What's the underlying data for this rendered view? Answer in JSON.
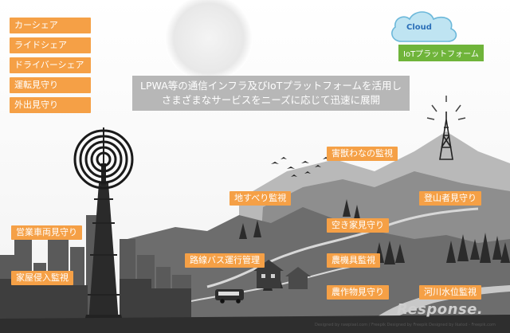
{
  "headline": {
    "line1": "LPWA等の通信インフラ及びIoTプラットフォームを活用し",
    "line2": "さまざまなサービスをニーズに応じて迅速に展開"
  },
  "left_services": [
    "カーシェア",
    "ライドシェア",
    "ドライバーシェア",
    "運転見守り",
    "外出見守り"
  ],
  "cloud": {
    "label": "Cloud",
    "platform": "IoTプラットフォーム"
  },
  "scene_services": {
    "wildlife": "害獣わなの監視",
    "landslide": "地すべり監視",
    "climber": "登山者見守り",
    "vacant": "空き家見守り",
    "sales_car": "営業車両見守り",
    "bus": "路線バス運行管理",
    "farm_machine": "農機具監視",
    "intrusion": "家屋侵入監視",
    "crop": "農作物見守り",
    "river": "河川水位監視"
  },
  "watermark": "Response.",
  "credit": "Designed by rawpixel.com / Freepik   Designed by Freepik   Designed by Ikatod - Freepik.com",
  "colors": {
    "tag": "#f5a046",
    "platform": "#6fb43a",
    "cloud_text": "#2b6fb8"
  }
}
